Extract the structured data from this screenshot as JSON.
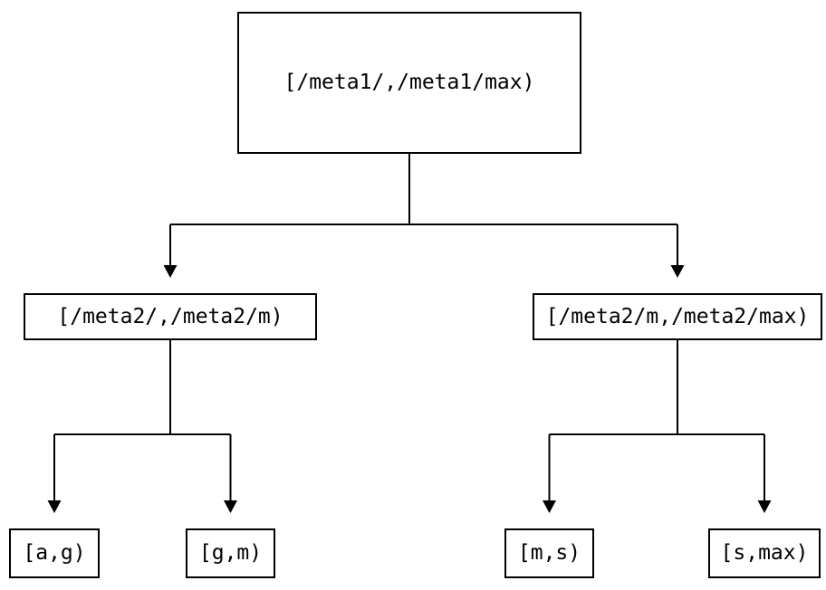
{
  "diagram": {
    "type": "binary-tree",
    "background_color": "#ffffff",
    "line_color": "#000000",
    "node_border_color": "#000000",
    "text_color": "#000000",
    "nodes": {
      "root": {
        "label": "[/meta1/,/meta1/max)"
      },
      "mid_left": {
        "label": "[/meta2/,/meta2/m)"
      },
      "mid_right": {
        "label": "[/meta2/m,/meta2/max)"
      },
      "leaf_ag": {
        "label": "[a,g)"
      },
      "leaf_gm": {
        "label": "[g,m)"
      },
      "leaf_ms": {
        "label": "[m,s)"
      },
      "leaf_smax": {
        "label": "[s,max)"
      }
    },
    "edges": [
      {
        "from": "root",
        "to": "mid_left"
      },
      {
        "from": "root",
        "to": "mid_right"
      },
      {
        "from": "mid_left",
        "to": "leaf_ag"
      },
      {
        "from": "mid_left",
        "to": "leaf_gm"
      },
      {
        "from": "mid_right",
        "to": "leaf_ms"
      },
      {
        "from": "mid_right",
        "to": "leaf_smax"
      }
    ]
  }
}
